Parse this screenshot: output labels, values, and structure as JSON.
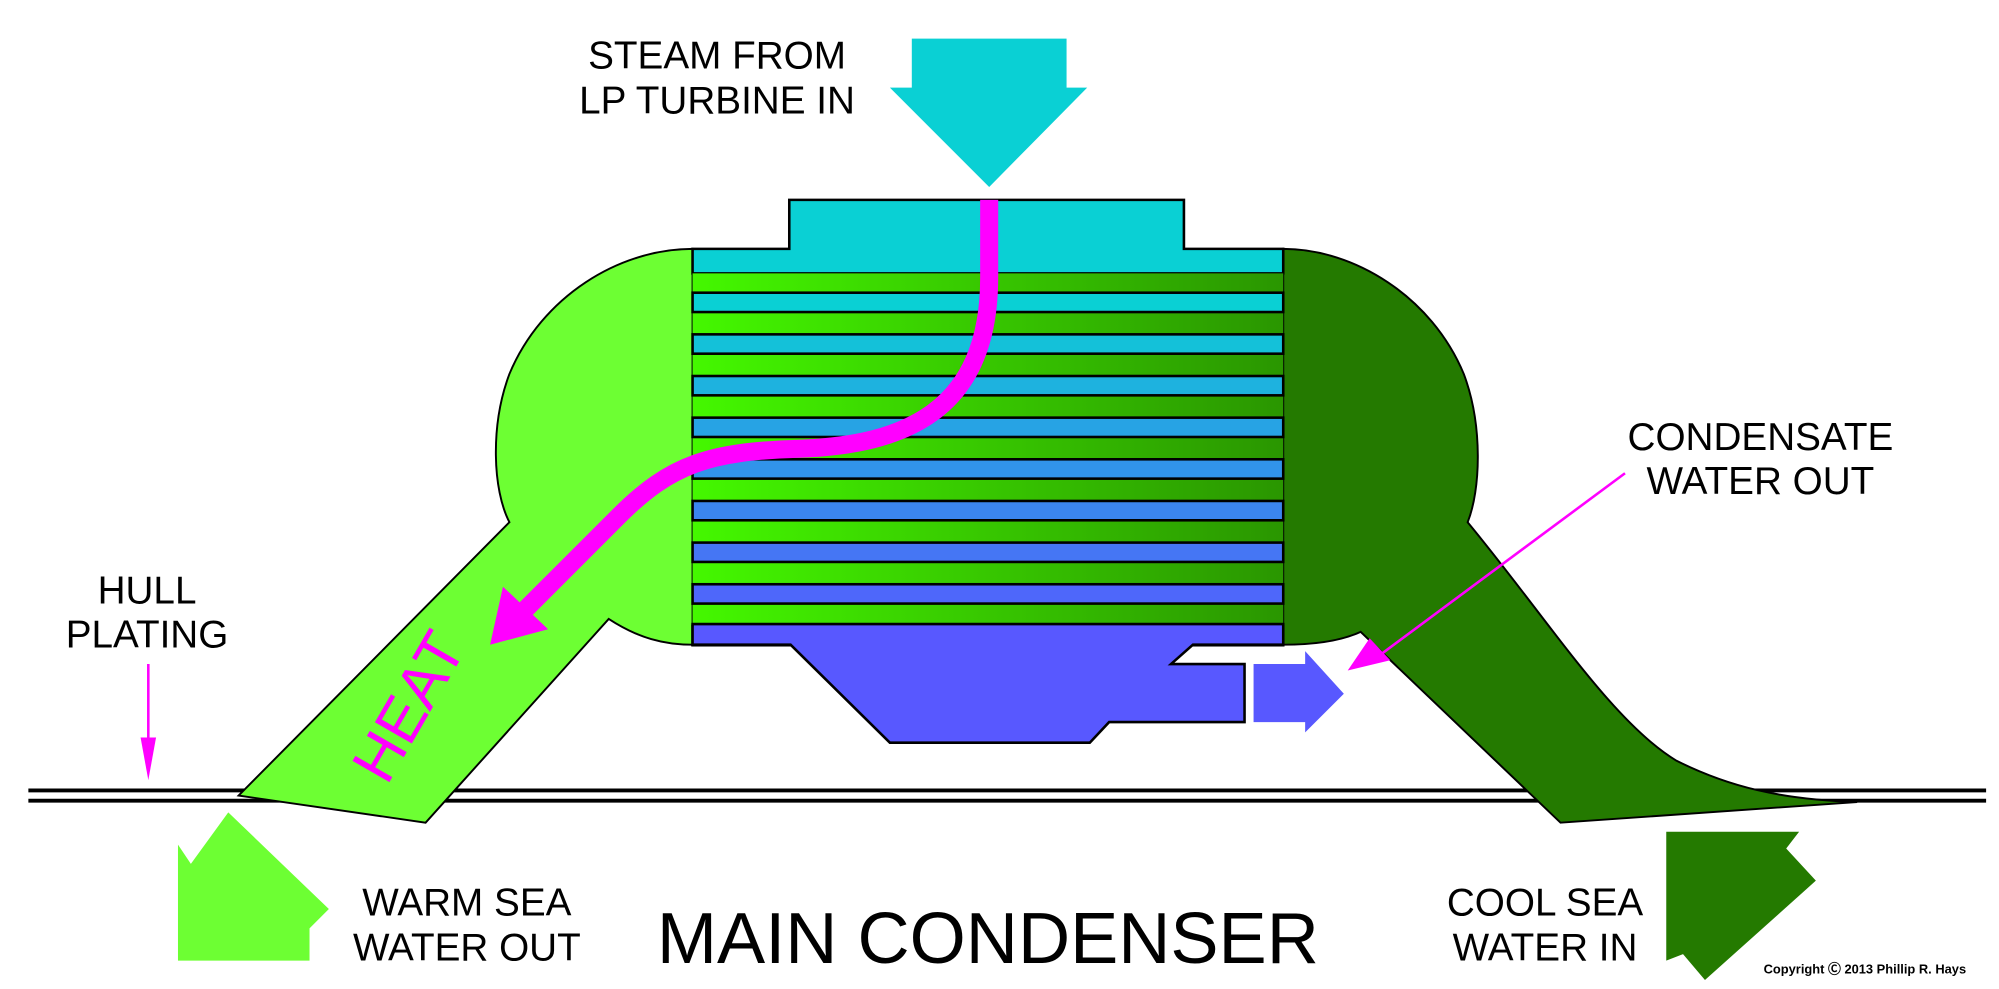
{
  "title": "MAIN CONDENSER",
  "labels": {
    "steam_in_line1": "STEAM FROM",
    "steam_in_line2": "LP TURBINE IN",
    "condensate_line1": "CONDENSATE",
    "condensate_line2": "WATER OUT",
    "hull_line1": "HULL",
    "hull_line2": "PLATING",
    "warm_line1": "WARM SEA",
    "warm_line2": "WATER OUT",
    "cool_line1": "COOL SEA",
    "cool_line2": "WATER IN",
    "heat": "HEAT",
    "copyright": "Copyright Ⓒ 2013 Phillip R. Hays"
  },
  "colors": {
    "steam": "#0ad0d4",
    "warm_water": "#6dff33",
    "cool_water": "#247a00",
    "condensate": "#5858ff",
    "heat_arrow": "#ff00ff",
    "outline": "#000000",
    "tube_green_left": "#44f800",
    "tube_green_right": "#2a9600"
  },
  "tube_count": 9
}
